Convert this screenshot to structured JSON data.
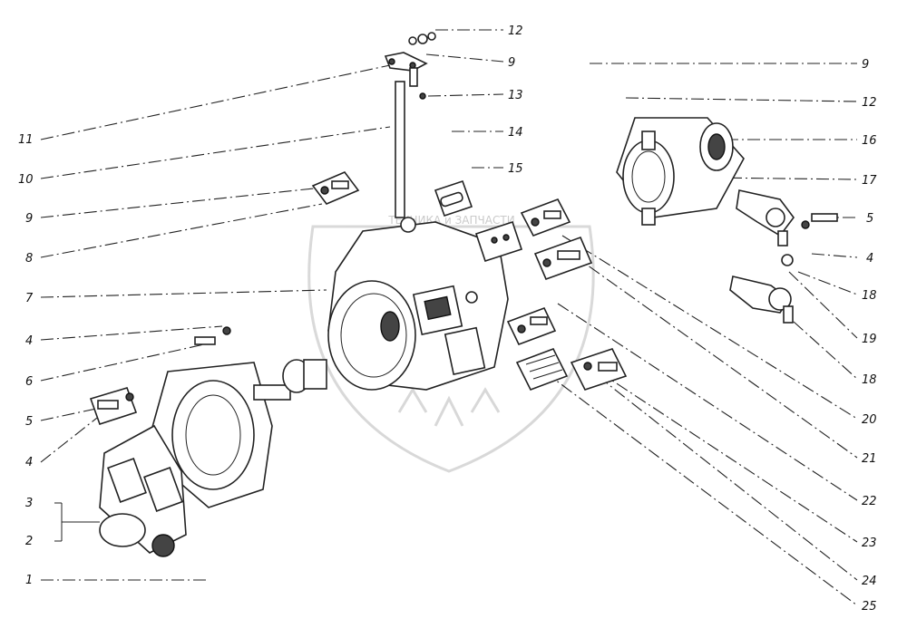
{
  "labels": {
    "l1": "1",
    "l2": "2",
    "l3": "3",
    "l4a": "4",
    "l4b": "4",
    "l4c": "4",
    "l5a": "5",
    "l5b": "5",
    "l6": "6",
    "l7": "7",
    "l8": "8",
    "l9a": "9",
    "l9b": "9",
    "l9c": "9",
    "l10": "10",
    "l11": "11",
    "l12a": "12",
    "l12b": "12",
    "l13": "13",
    "l14": "14",
    "l15": "15",
    "l16": "16",
    "l17": "17",
    "l18a": "18",
    "l18b": "18",
    "l19": "19",
    "l20": "20",
    "l21": "21",
    "l22": "22",
    "l23": "23",
    "l24": "24",
    "l25": "25"
  },
  "watermark": {
    "text": "ТЕХНИКА и ЗАПЧАСТИ"
  }
}
